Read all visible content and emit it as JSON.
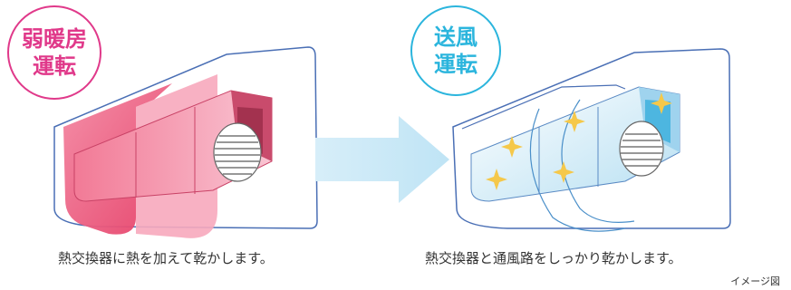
{
  "left_panel": {
    "badge_line1": "弱暖房",
    "badge_line2": "運転",
    "caption": "熱交換器に熱を加えて乾かします。",
    "accent": "#e0398a"
  },
  "right_panel": {
    "badge_line1": "送風",
    "badge_line2": "運転",
    "caption": "熱交換器と通風路をしっかり乾かします。",
    "accent": "#2bb5dd"
  },
  "note": "イメージ図",
  "colors": {
    "unit_outline": "#4a6fb5",
    "warm_fill": "#ee5a7d",
    "arrow_fill": "#c9e8f6",
    "sparkle": "#f5c84a"
  },
  "icons": [
    "sparkle-icon",
    "right-arrow-icon"
  ]
}
